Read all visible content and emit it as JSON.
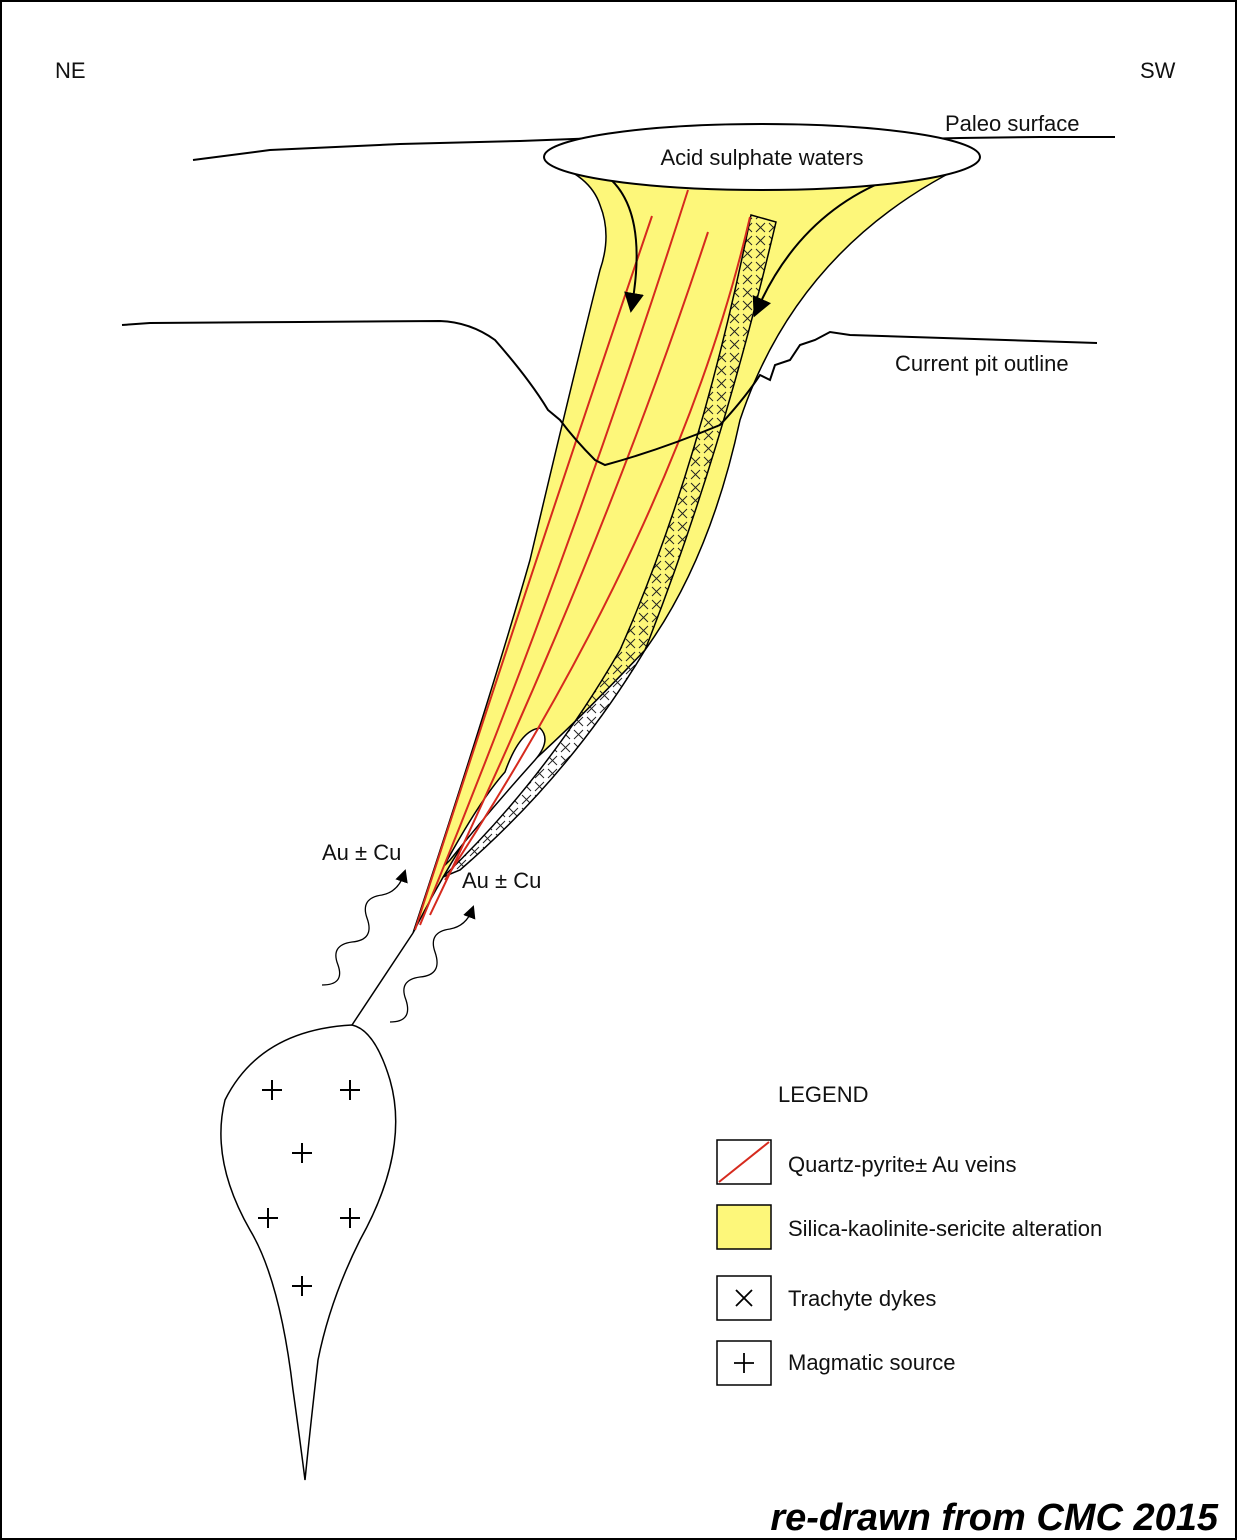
{
  "diagram": {
    "orientation": {
      "left": "NE",
      "right": "SW"
    },
    "labels": {
      "paleo_surface": "Paleo surface",
      "acid_waters": "Acid sulphate waters",
      "pit_outline": "Current pit outline",
      "mineral_left": "Au ± Cu",
      "mineral_right": "Au ± Cu"
    },
    "legend": {
      "title": "LEGEND",
      "items": [
        {
          "key": "veins",
          "label": "Quartz-pyrite± Au veins",
          "symbol": "red-diagonal-line",
          "color": "#d62a1e"
        },
        {
          "key": "alteration",
          "label": "Silica-kaolinite-sericite alteration",
          "symbol": "yellow-fill",
          "color": "#fdf77a"
        },
        {
          "key": "dykes",
          "label": "Trachyte dykes",
          "symbol": "x-mark"
        },
        {
          "key": "magma",
          "label": "Magmatic source",
          "symbol": "plus-mark"
        }
      ]
    },
    "credit": "re-drawn from CMC 2015"
  }
}
